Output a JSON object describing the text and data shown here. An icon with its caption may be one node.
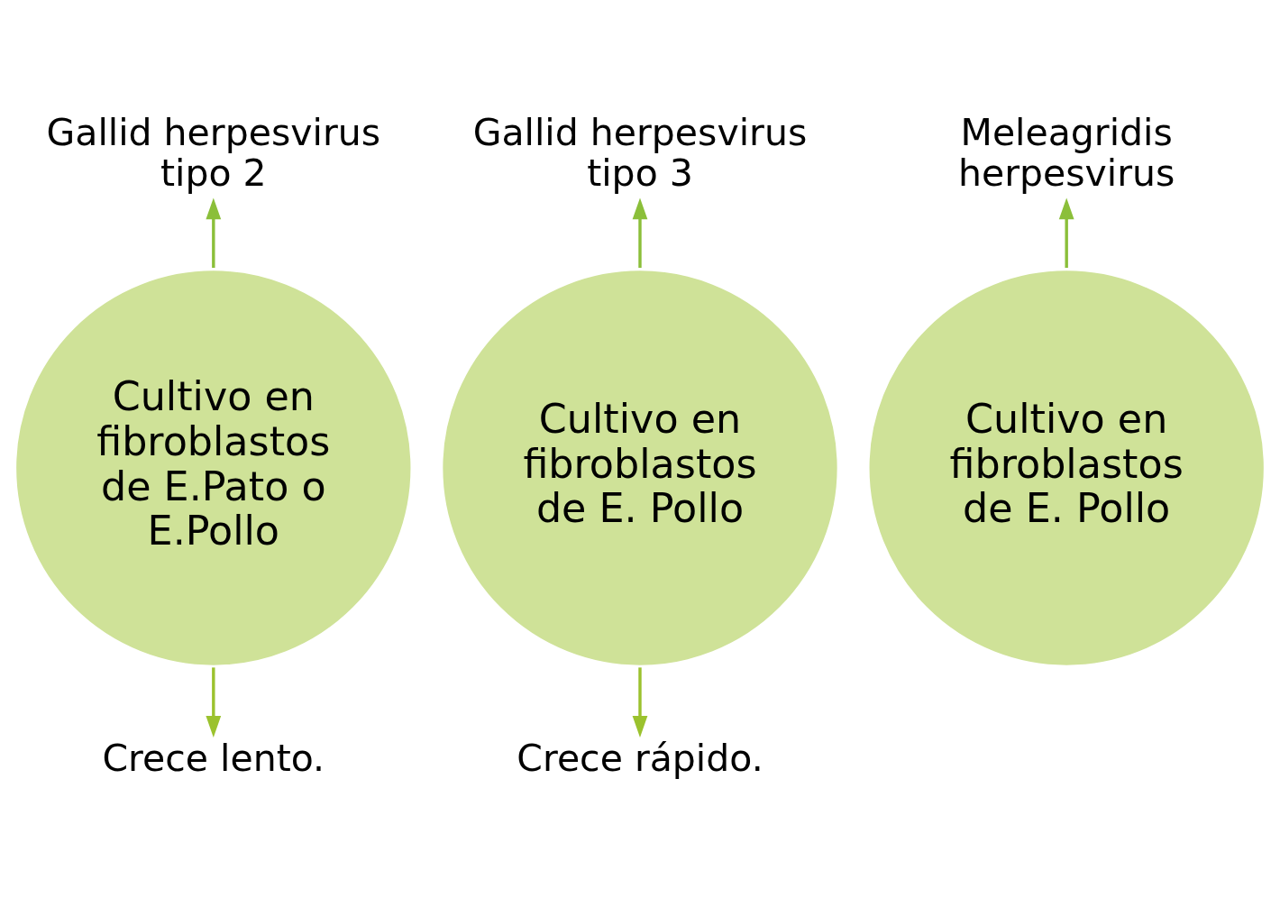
{
  "diagram": {
    "nodes": [
      {
        "text": [
          "Gallid herpesvirus tipo 2"
        ]
      },
      {
        "text": [
          "Gallid herpesvirus tipo 3"
        ]
      },
      {
        "text": [
          "Meleagridis herpesvirus"
        ]
      },
      {
        "text": [
          "Cultivo en fibroblastos de E.Pato o E.Pollo"
        ]
      },
      {
        "text": [
          "Cultivo en fibroblastos de E. Pollo"
        ]
      },
      {
        "text": [
          "Cultivo en fibroblastos de E. Pollo"
        ]
      },
      {
        "text": [
          "Crece lento."
        ]
      },
      {
        "text": [
          "Crece rápido."
        ]
      }
    ],
    "edges": [
      {
        "from": 3,
        "to": 0,
        "arrow": "to"
      },
      {
        "from": 4,
        "to": 1,
        "arrow": "to"
      },
      {
        "from": 5,
        "to": 2,
        "arrow": "to"
      },
      {
        "from": 3,
        "to": 6,
        "arrow": "to",
        "color": "#9bc22e"
      },
      {
        "from": 4,
        "to": 7,
        "arrow": "to",
        "color": "#9bc22e"
      }
    ]
  }
}
